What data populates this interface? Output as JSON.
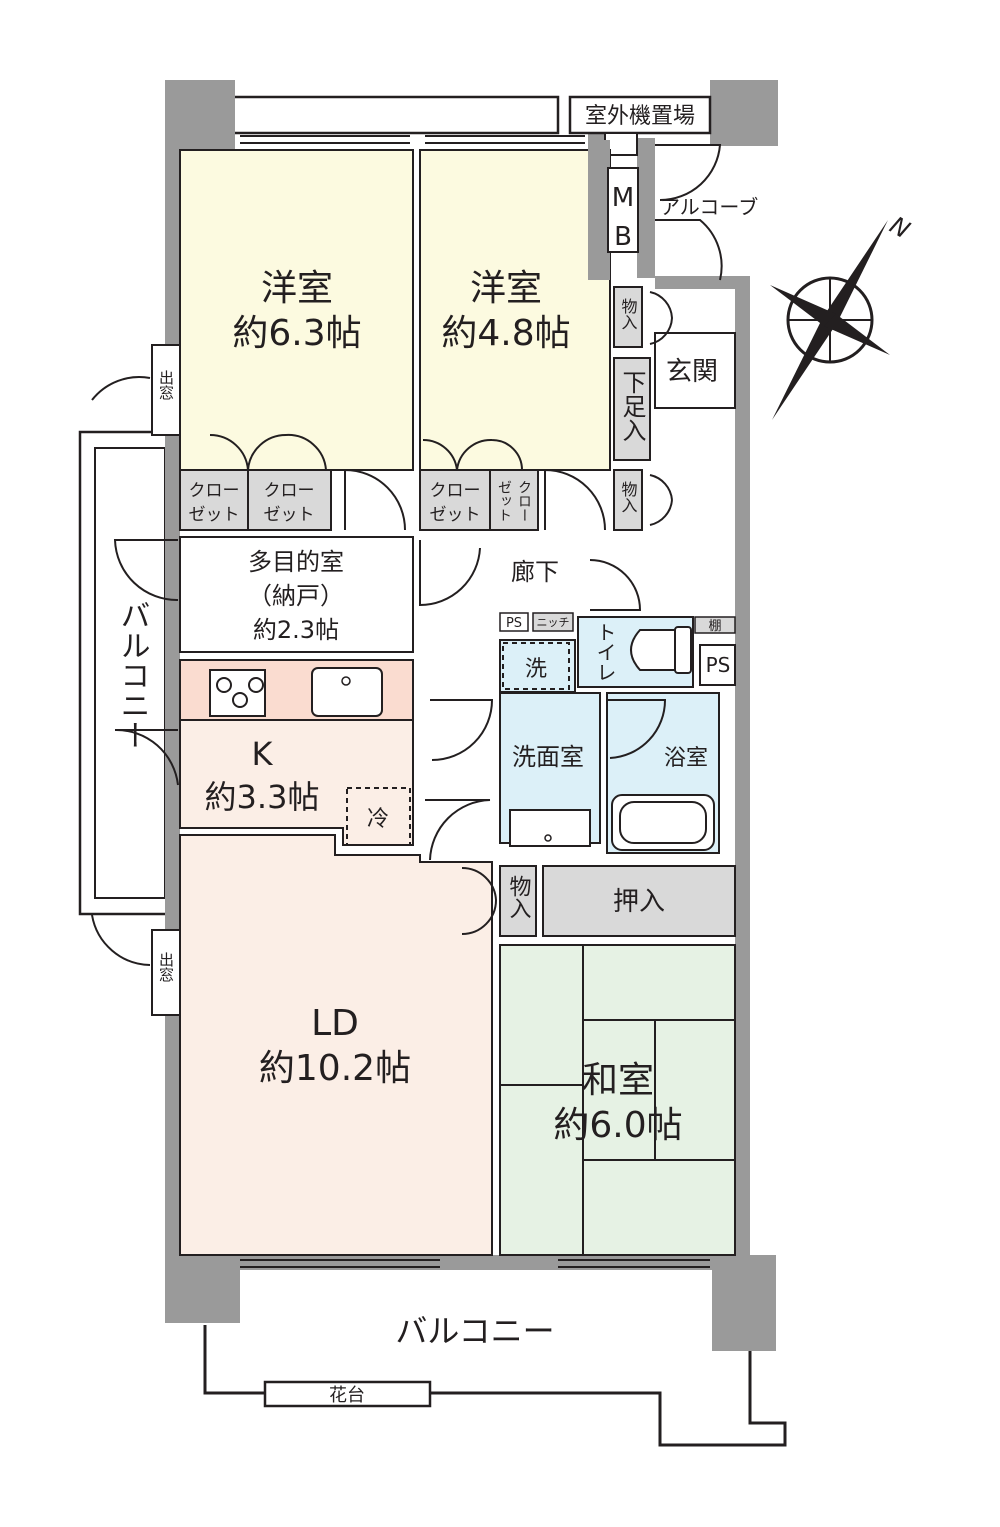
{
  "rooms": {
    "western1": {
      "name": "洋室",
      "size": "約6.3帖",
      "color": "#fcfae0"
    },
    "western2": {
      "name": "洋室",
      "size": "約4.8帖",
      "color": "#fcfae0"
    },
    "multipurpose": {
      "name": "多目的室",
      "note": "（納戸）",
      "size": "約2.3帖"
    },
    "kitchen": {
      "name": "K",
      "size": "約3.3帖",
      "color": "#fbeee6"
    },
    "ld": {
      "name": "LD",
      "size": "約10.2帖",
      "color": "#fbeee6"
    },
    "japanese": {
      "name": "和室",
      "size": "約6.0帖",
      "color": "#e6f2e4"
    },
    "washroom": {
      "name": "洗面室",
      "color": "#dcf0f8"
    },
    "bathroom": {
      "name": "浴室"
    },
    "toilet": {
      "name": "トイレ"
    },
    "entrance": {
      "name": "玄関"
    },
    "corridor": {
      "name": "廊下"
    }
  },
  "storage": {
    "closet": "クロー ゼット",
    "closet_line1": "クロー",
    "closet_line2": "ゼット",
    "small_closet_line1": "クロー",
    "small_closet_line2": "ゼット",
    "monoire": "物入",
    "shoe_box": "下足入",
    "oshiire": "押入",
    "niche": "ニッチ",
    "shelf": "棚",
    "ps": "PS",
    "mb_m": "M",
    "mb_b": "B",
    "wash": "洗",
    "fridge": "冷"
  },
  "exterior": {
    "outdoor_unit": "室外機置場",
    "alcove": "アルコーブ",
    "bay_window": "出窓",
    "balcony": "バルコニー",
    "flower_bed": "花台"
  },
  "compass": {
    "north": "N"
  },
  "colors": {
    "wall": "#9a9a9a",
    "storage": "#d9d9d9",
    "line": "#231f20"
  }
}
